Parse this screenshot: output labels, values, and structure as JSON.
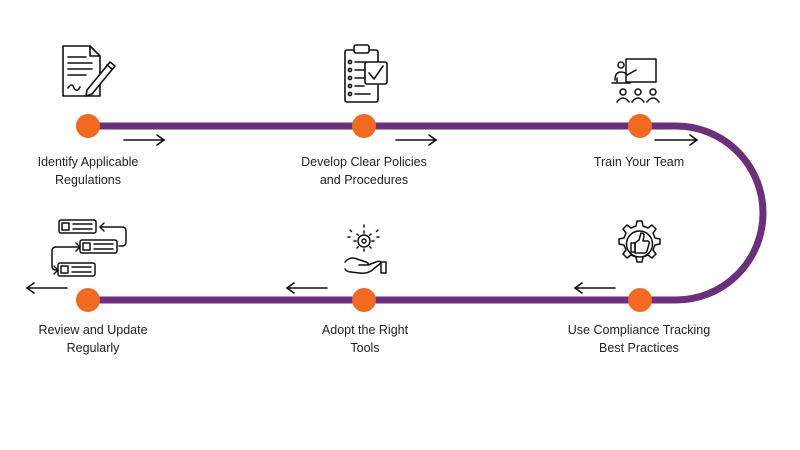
{
  "colors": {
    "path": "#6b2f7b",
    "node": "#f26a21",
    "ink": "#111111",
    "background": "#ffffff"
  },
  "steps": [
    {
      "icon": "document-signature-icon",
      "label_lines": [
        "Identify Applicable",
        "Regulations"
      ]
    },
    {
      "icon": "clipboard-checklist-icon",
      "label_lines": [
        "Develop Clear Policies",
        "and Procedures"
      ]
    },
    {
      "icon": "presentation-training-icon",
      "label_lines": [
        "Train Your Team"
      ]
    },
    {
      "icon": "gear-thumbs-up-icon",
      "label_lines": [
        "Use Compliance Tracking",
        "Best Practices"
      ]
    },
    {
      "icon": "hand-gear-icon",
      "label_lines": [
        "Adopt the Right",
        "Tools"
      ]
    },
    {
      "icon": "workflow-cards-icon",
      "label_lines": [
        "Review and Update",
        "Regularly"
      ]
    }
  ]
}
